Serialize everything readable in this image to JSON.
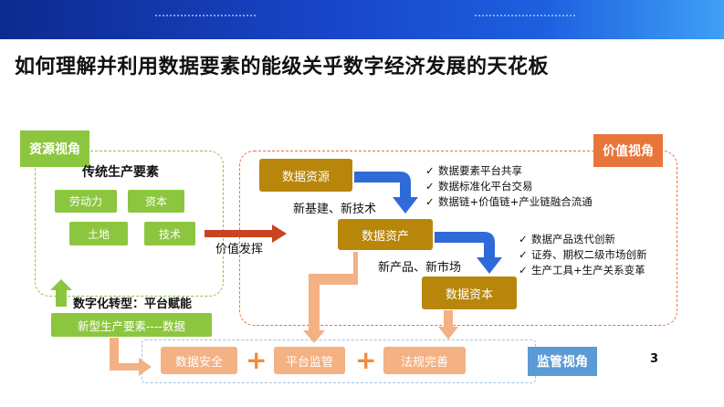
{
  "title": "如何理解并利用数据要素的能级关乎数字经济发展的天花板",
  "tags": {
    "resource_view": "资源视角",
    "value_view": "价值视角",
    "supervision_view": "监管视角"
  },
  "traditional": {
    "heading": "传统生产要素",
    "items": [
      "劳动力",
      "资本",
      "土地",
      "技术"
    ]
  },
  "value_play": "价值发挥",
  "digital_transform": "数字化转型：平台赋能",
  "new_factor": "新型生产要素----数据",
  "stages": {
    "resource": "数据资源",
    "asset": "数据资产",
    "capital": "数据资本"
  },
  "stage_labels": {
    "infra": "新基建、新技术",
    "market": "新产品、新市场"
  },
  "asset_bullets": [
    "数据要素平台共享",
    "数据标准化平台交易",
    "数据链+价值链+产业链融合流通"
  ],
  "capital_bullets": [
    "数据产品迭代创新",
    "证券、期权二级市场创新",
    "生产工具+生产关系变革"
  ],
  "supervision": [
    "数据安全",
    "平台监管",
    "法规完善"
  ],
  "plus_sign": "+",
  "check_mark": "✓",
  "page_number": "3",
  "colors": {
    "banner": "#1845c8",
    "green": "#8cc63f",
    "gold": "#b8860b",
    "orange": "#e8753a",
    "peach": "#f4b183",
    "blue_arrow": "#2f6bd8",
    "supervision_tag": "#5b9bd5"
  }
}
